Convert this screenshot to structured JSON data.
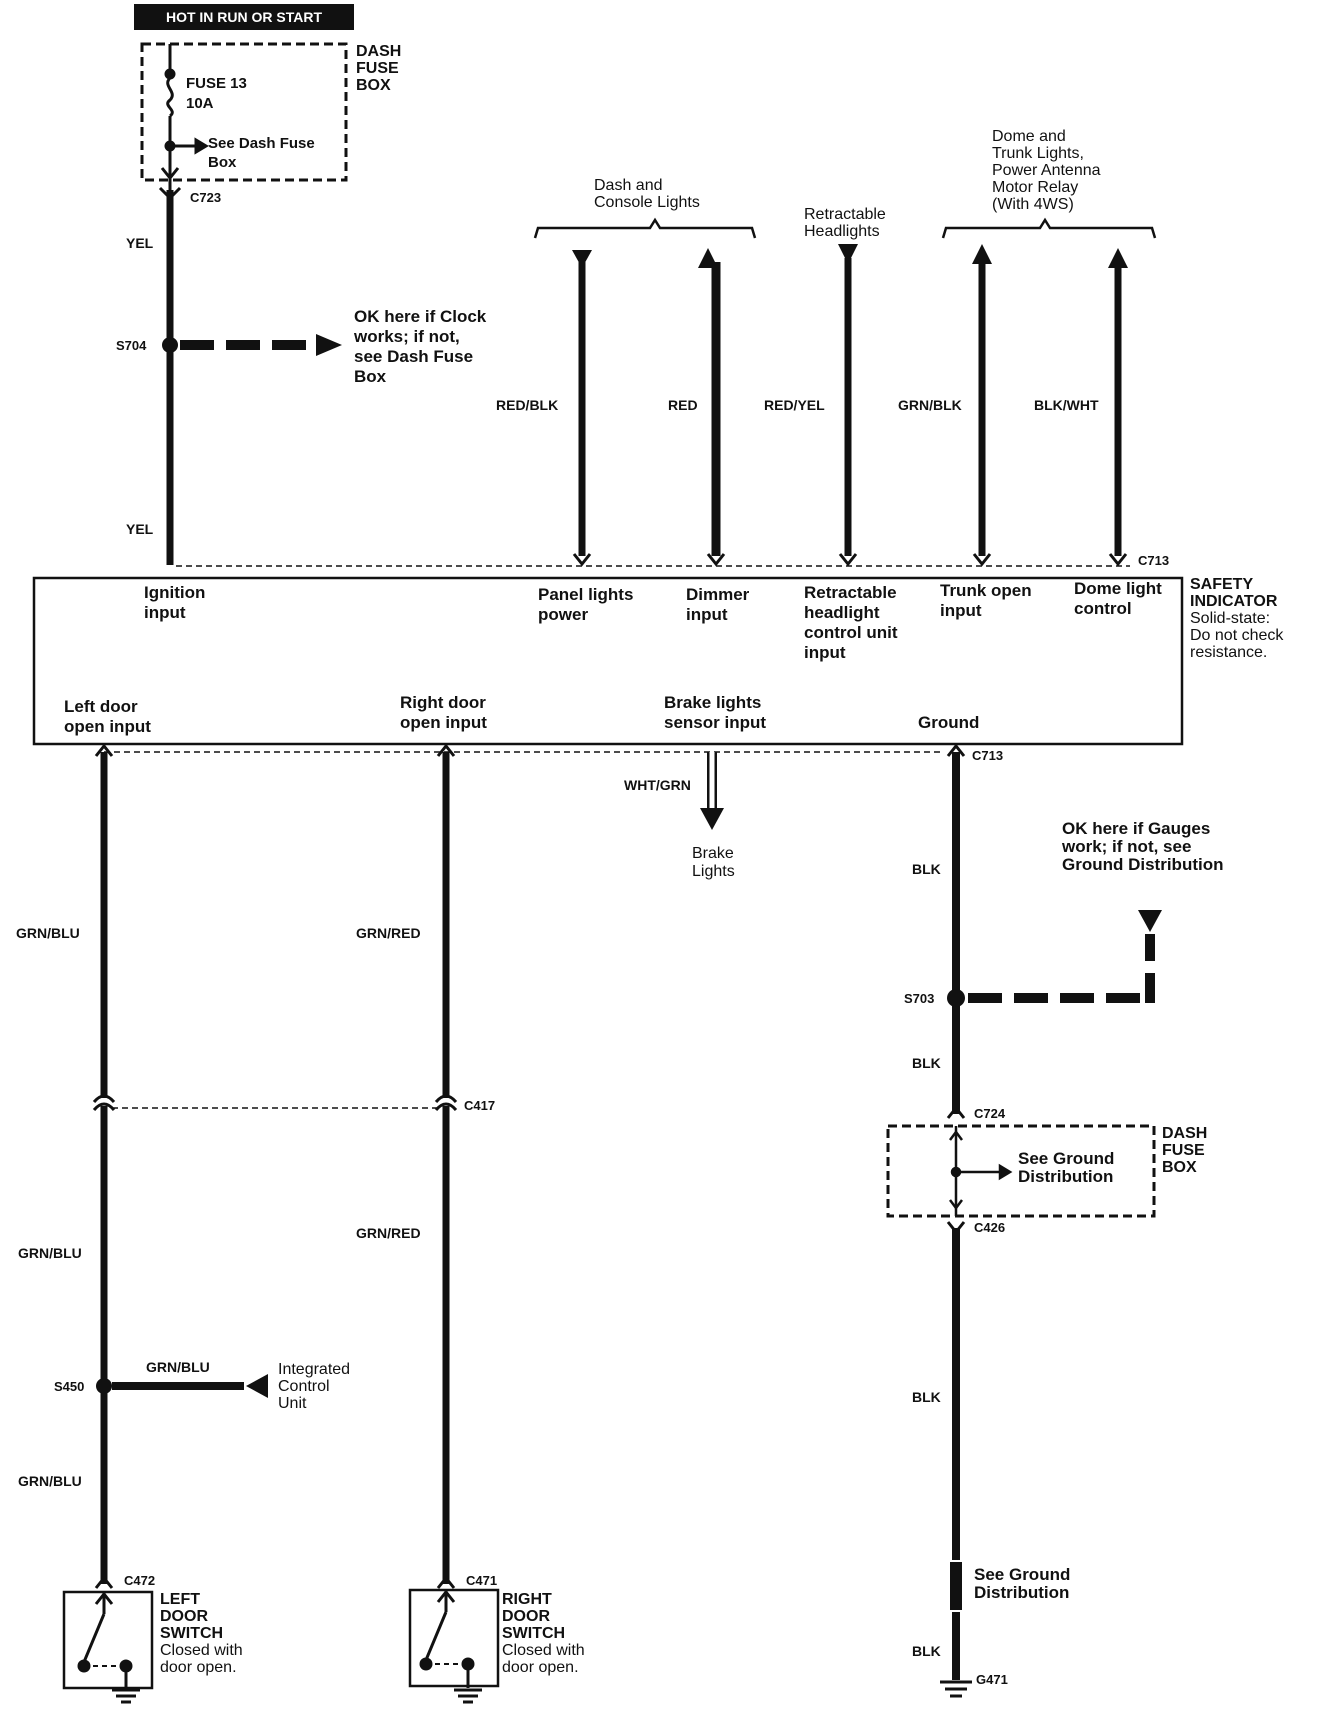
{
  "top_tag": "HOT IN RUN OR START",
  "dash_fuse_box_top": {
    "title": [
      "DASH",
      "FUSE",
      "BOX"
    ],
    "fuse": [
      "FUSE 13",
      "10A"
    ],
    "see": [
      "See Dash Fuse",
      "Box"
    ]
  },
  "connectors": {
    "c723": "C723",
    "c713_top": "C713",
    "c713_bottom": "C713",
    "c417": "C417",
    "c724": "C724",
    "c426": "C426",
    "c472": "C472",
    "c471": "C471",
    "g471": "G471",
    "s704": "S704",
    "s703": "S703",
    "s450": "S450"
  },
  "wires": {
    "yel_1": "YEL",
    "yel_2": "YEL",
    "red_blk": "RED/BLK",
    "red": "RED",
    "red_yel": "RED/YEL",
    "grn_blk": "GRN/BLK",
    "blk_wht": "BLK/WHT",
    "grn_blu_1": "GRN/BLU",
    "grn_blu_2": "GRN/BLU",
    "grn_blu_3": "GRN/BLU",
    "grn_blu_4": "GRN/BLU",
    "grn_red_1": "GRN/RED",
    "grn_red_2": "GRN/RED",
    "wht_grn": "WHT/GRN",
    "blk_1": "BLK",
    "blk_2": "BLK",
    "blk_3": "BLK",
    "blk_4": "BLK"
  },
  "notes": {
    "clock": [
      "OK here if Clock",
      "works; if not,",
      "see Dash Fuse",
      "Box"
    ],
    "gauges": [
      "OK here if Gauges",
      "work; if not, see",
      "Ground Distribution"
    ],
    "dash_console": [
      "Dash and",
      "Console Lights"
    ],
    "retractable": [
      "Retractable",
      "Headlights"
    ],
    "dome_trunk": [
      "Dome and",
      "Trunk Lights,",
      "Power Antenna",
      "Motor Relay",
      "(With 4WS)"
    ],
    "brake_lights": [
      "Brake",
      "Lights"
    ],
    "icu": [
      "Integrated",
      "Control",
      "Unit"
    ],
    "see_ground_1": [
      "See Ground",
      "Distribution"
    ],
    "see_ground_2": [
      "See Ground",
      "Distribution"
    ]
  },
  "safety_indicator": {
    "title": [
      "SAFETY",
      "INDICATOR"
    ],
    "note": [
      "Solid-state:",
      "Do not check",
      "resistance."
    ],
    "inputs_top": {
      "ignition": [
        "Ignition",
        "input"
      ],
      "panel": [
        "Panel lights",
        "power"
      ],
      "dimmer": [
        "Dimmer",
        "input"
      ],
      "retract": [
        "Retractable",
        "headlight",
        "control unit",
        "input"
      ],
      "trunk": [
        "Trunk open",
        "input"
      ],
      "dome": [
        "Dome light",
        "control"
      ]
    },
    "inputs_bottom": {
      "left_door": [
        "Left door",
        "open input"
      ],
      "right_door": [
        "Right door",
        "open input"
      ],
      "brake": [
        "Brake lights",
        "sensor input"
      ],
      "ground": "Ground"
    }
  },
  "dash_fuse_box_bottom": {
    "title": [
      "DASH",
      "FUSE",
      "BOX"
    ]
  },
  "switches": {
    "left": {
      "title": [
        "LEFT",
        "DOOR",
        "SWITCH"
      ],
      "note": [
        "Closed with",
        "door open."
      ]
    },
    "right": {
      "title": [
        "RIGHT",
        "DOOR",
        "SWITCH"
      ],
      "note": [
        "Closed with",
        "door open."
      ]
    }
  }
}
